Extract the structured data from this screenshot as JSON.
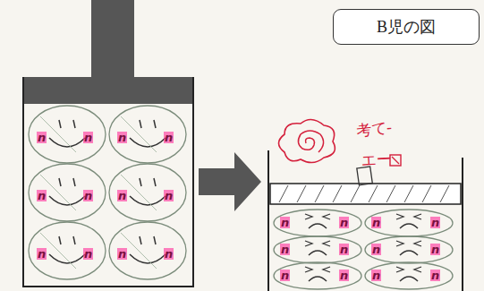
{
  "diagram": {
    "nodes": [
      {
        "text": [
          "B児の図"
        ]
      }
    ],
    "labels": [
      "考て-",
      "エー",
      "n",
      "n",
      "n",
      "n",
      "n",
      "n",
      "n",
      "n",
      "n",
      "n",
      "n",
      "n",
      "n",
      "n",
      "n",
      "n",
      "n",
      "n",
      "n",
      "n",
      "n",
      "n",
      "n",
      "n"
    ]
  }
}
